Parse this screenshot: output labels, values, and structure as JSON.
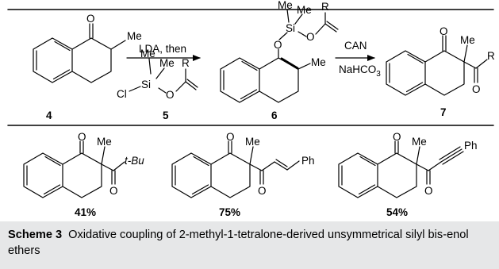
{
  "scheme": {
    "step1": {
      "reagent_line1": "LDA, then",
      "label_4": "4",
      "label_5": "5",
      "label_6": "6"
    },
    "step2": {
      "reagent_line1": "CAN",
      "reagent_line2": "NaHCO",
      "reagent_line2_sub": "3",
      "label_7": "7"
    },
    "atoms": {
      "oxygen": "O",
      "silicon": "Si",
      "chlorine": "Cl",
      "methyl": "Me",
      "r_group": "R"
    },
    "products": [
      {
        "substituent": "t-Bu",
        "yield": "41%"
      },
      {
        "substituent": "Ph",
        "yield": "75%"
      },
      {
        "substituent": "Ph",
        "yield": "54%"
      }
    ]
  },
  "caption": {
    "label": "Scheme 3",
    "text": "Oxidative coupling of 2-methyl-1-tetralone-derived unsymmetrical silyl bis-enol ethers"
  }
}
